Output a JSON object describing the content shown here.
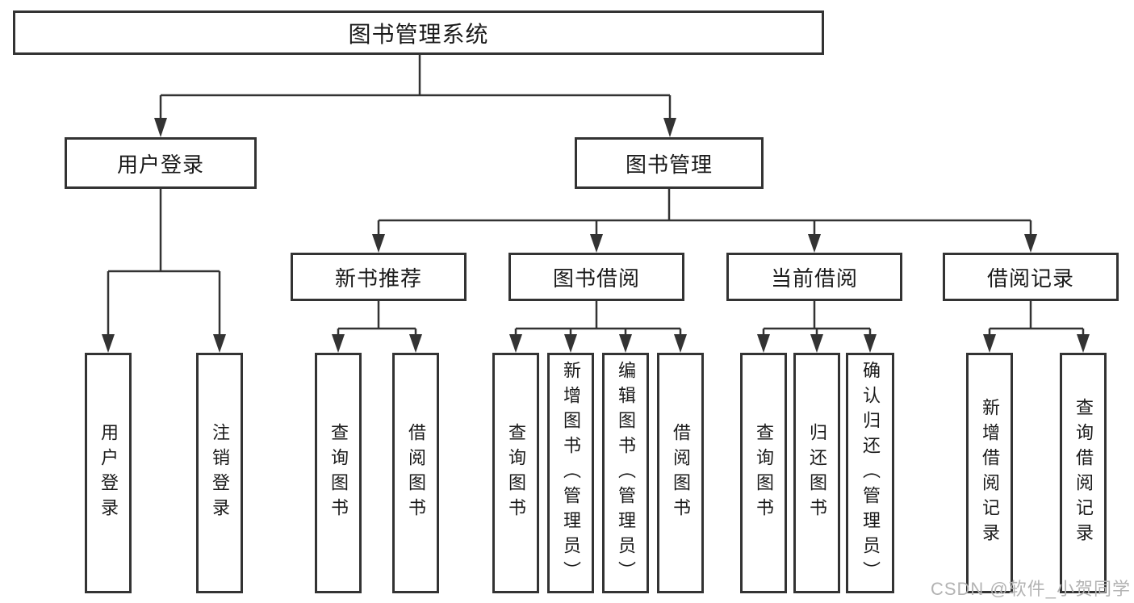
{
  "tree": {
    "root": {
      "label": "图书管理系统",
      "children": [
        {
          "label": "用户登录",
          "children": [
            {
              "label": "用户登录"
            },
            {
              "label": "注销登录"
            }
          ]
        },
        {
          "label": "图书管理",
          "children": [
            {
              "label": "新书推荐",
              "children": [
                {
                  "label": "查询图书"
                },
                {
                  "label": "借阅图书"
                }
              ]
            },
            {
              "label": "图书借阅",
              "children": [
                {
                  "label": "查询图书"
                },
                {
                  "label": "新增图书（管理员）"
                },
                {
                  "label": "编辑图书（管理员）"
                },
                {
                  "label": "借阅图书"
                }
              ]
            },
            {
              "label": "当前借阅",
              "children": [
                {
                  "label": "查询图书"
                },
                {
                  "label": "归还图书"
                },
                {
                  "label": "确认归还（管理员）"
                }
              ]
            },
            {
              "label": "借阅记录",
              "children": [
                {
                  "label": "新增借阅记录"
                },
                {
                  "label": "查询借阅记录"
                }
              ]
            }
          ]
        }
      ]
    }
  },
  "watermark": {
    "text": "CSDN @软件_小贺同学"
  },
  "colors": {
    "line": "#333333",
    "box_border": "#333333",
    "text": "#1a1a1a",
    "watermark": "#b3b3b3",
    "background": "#ffffff"
  }
}
